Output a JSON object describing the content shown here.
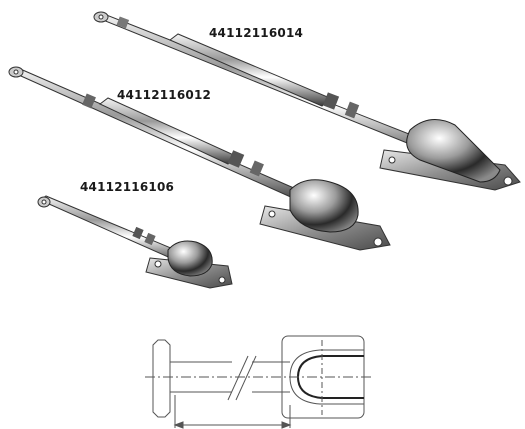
{
  "products": [
    {
      "code": "44112116014"
    },
    {
      "code": "44112116012"
    },
    {
      "code": "44112116106"
    }
  ]
}
